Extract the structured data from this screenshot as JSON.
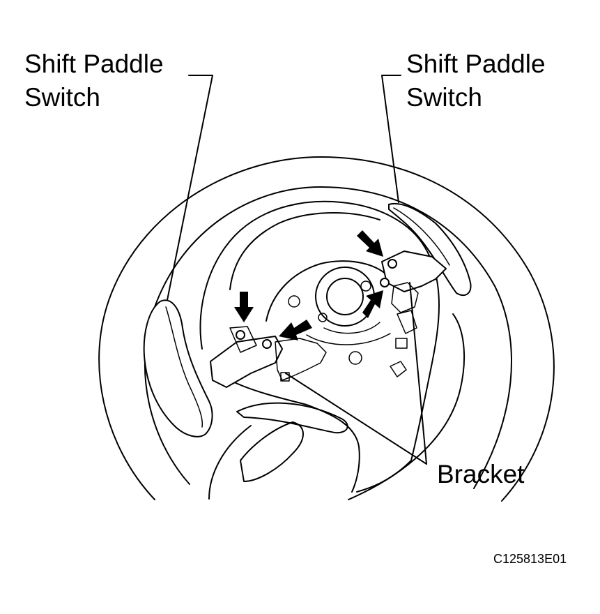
{
  "labels": {
    "left_switch_line1": "Shift Paddle",
    "left_switch_line2": "Switch",
    "right_switch_line1": "Shift Paddle",
    "right_switch_line2": "Switch",
    "bracket": "Bracket",
    "figure_code": "C125813E01"
  },
  "icons": {
    "arrows": [
      "bolt-arrow-left-top",
      "bolt-arrow-left-side",
      "bolt-arrow-right-top",
      "bolt-arrow-right-side"
    ]
  }
}
